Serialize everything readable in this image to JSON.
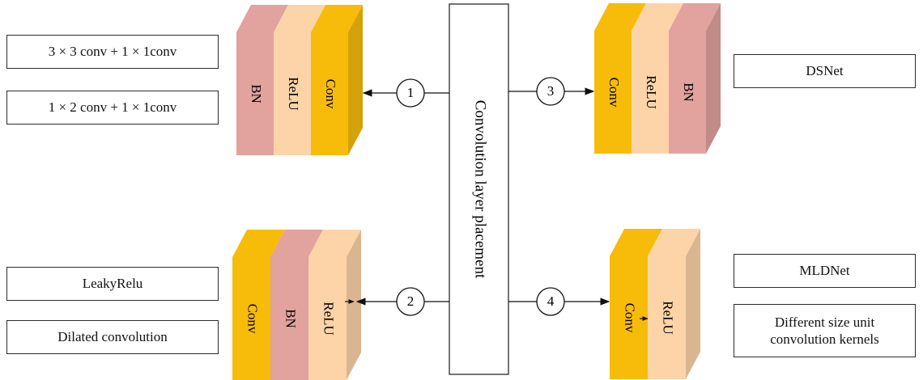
{
  "center": {
    "label": "Convolution layer placement"
  },
  "connectors": [
    "1",
    "2",
    "3",
    "4"
  ],
  "variant_labels": {
    "v1": [
      "3 × 3 conv + 1 × 1conv",
      "1 × 2 conv + 1 × 1conv"
    ],
    "v2": [
      "LeakyRelu",
      "Dilated convolution"
    ],
    "v3": [
      "DSNet"
    ],
    "v4": [
      "MLDNet",
      "Different size unit convolution kernels"
    ]
  },
  "blocks": {
    "b1": [
      "BN",
      "ReLU",
      "Conv"
    ],
    "b2": [
      "Conv",
      "BN",
      "ReLU"
    ],
    "b3": [
      "Conv",
      "ReLU",
      "BN"
    ],
    "b4": [
      "Conv",
      "ReLU"
    ]
  },
  "colors": {
    "Conv": "#f7bc0a",
    "ReLU": "#fdd4a8",
    "BN": "#e2a29e",
    "line": "#111111"
  }
}
